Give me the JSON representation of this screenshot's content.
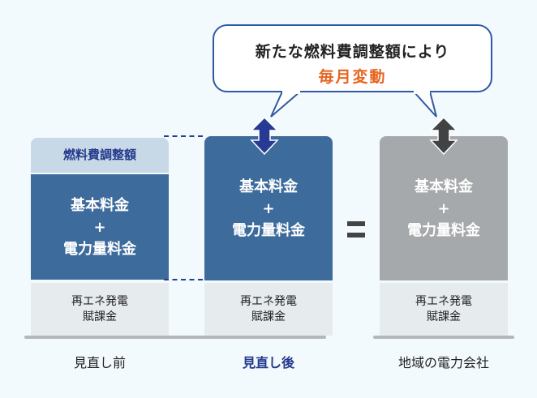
{
  "callout": {
    "line1": "新たな燃料費調整額により",
    "line2": "毎月変動"
  },
  "columns": [
    {
      "name": "before",
      "fuel_label": "燃料費調整額",
      "main_line1": "基本料金",
      "main_plus": "+",
      "main_line2": "電力量料金",
      "surcharge_line1": "再エネ発電",
      "surcharge_line2": "賦課金",
      "caption": "見直し前"
    },
    {
      "name": "after",
      "main_line1": "基本料金",
      "main_plus": "+",
      "main_line2": "電力量料金",
      "surcharge_line1": "再エネ発電",
      "surcharge_line2": "賦課金",
      "caption": "見直し後"
    },
    {
      "name": "local",
      "main_line1": "基本料金",
      "main_plus": "+",
      "main_line2": "電力量料金",
      "surcharge_line1": "再エネ発電",
      "surcharge_line2": "賦課金",
      "caption": "地域の電力会社"
    }
  ],
  "equals_sign": "=",
  "colors": {
    "accent_orange": "#e8641e",
    "blue_block": "#3d6b9c",
    "gray_block": "#a5a9ab",
    "caption_highlight": "#243a8c"
  }
}
